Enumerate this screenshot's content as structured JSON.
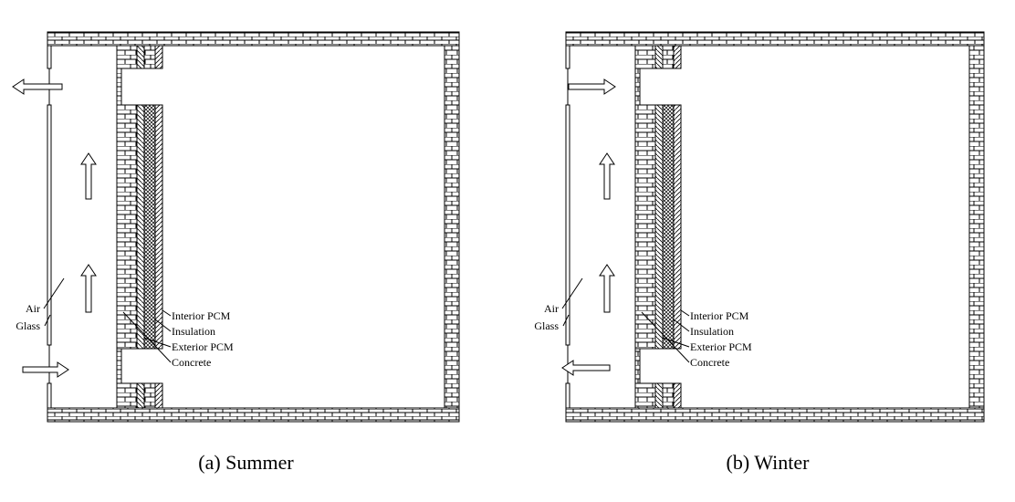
{
  "panels": [
    {
      "caption": "(a) Summer",
      "air_label": "Air",
      "glass_label": "Glass",
      "layers": [
        "Interior PCM",
        "Insulation",
        "Exterior PCM",
        "Concrete"
      ],
      "top_vent_flow": "out",
      "bottom_vent_flow": "in"
    },
    {
      "caption": "(b) Winter",
      "air_label": "Air",
      "glass_label": "Glass",
      "layers": [
        "Interior PCM",
        "Insulation",
        "Exterior PCM",
        "Concrete"
      ],
      "top_vent_flow": "into-room",
      "bottom_vent_flow": "from-room"
    }
  ]
}
